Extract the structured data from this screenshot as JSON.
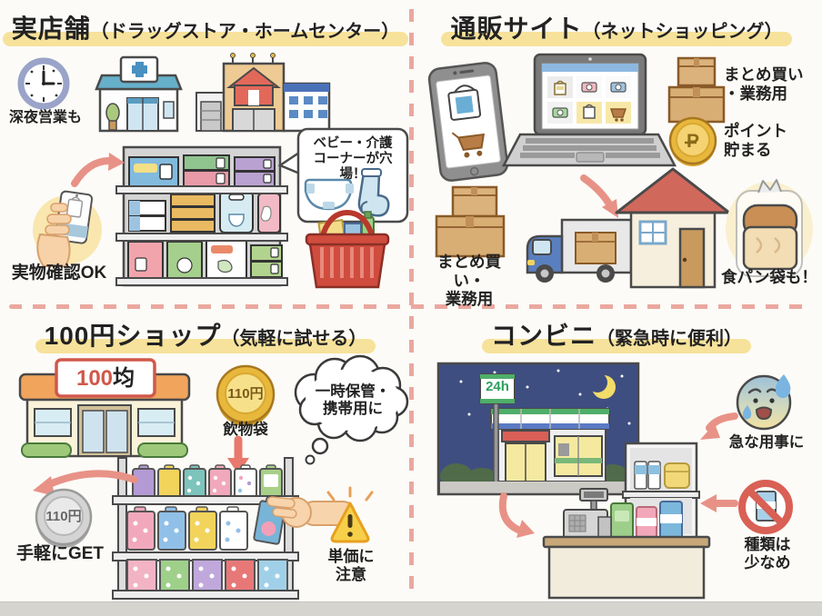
{
  "page": {
    "background": "#fcfbf7",
    "divider_color": "#eaa89f",
    "highlight_color": "#f7e29b",
    "arrow_color": "#e89287",
    "bottom_strip_color": "#d6d4cf"
  },
  "quadrants": {
    "physical_store": {
      "title": "実店舗",
      "title_note": "（ドラッグストア・ホームセンター）",
      "late_night": "深夜営業も",
      "bubble_line1": "ベビー・介護",
      "bubble_line2": "コーナーが穴場！",
      "check_real": "実物確認OK",
      "icons": [
        "clock-icon",
        "drugstore-building",
        "home-center-building",
        "product-shelf",
        "speech-bubble",
        "diaper-icon",
        "sock-icon",
        "hand-with-product",
        "shopping-basket-icon",
        "curved-arrow"
      ]
    },
    "online_shop": {
      "title": "通販サイト",
      "title_note": "（ネットショッピング）",
      "bulk_top_line1": "まとめ買い",
      "bulk_top_line2": "・業務用",
      "points_line1": "ポイント",
      "points_line2": "貯まる",
      "point_symbol": "P",
      "bulk_bottom_line1": "まとめ買い・",
      "bulk_bottom_line2": "業務用",
      "bread_note": "食パン袋も！",
      "icons": [
        "smartphone",
        "laptop",
        "parcel-boxes",
        "point-coin",
        "delivery-truck",
        "house",
        "bread-bag",
        "curved-arrow"
      ]
    },
    "hundred_yen_shop": {
      "title": "100円ショップ",
      "title_note": "（気軽に試せる）",
      "store_sign_num": "100",
      "store_sign_kanji": "均",
      "gold_coin_price": "110円",
      "gold_coin_label": "飲物袋",
      "thought_line1": "一時保管・",
      "thought_line2": "携帯用に",
      "silver_coin_price": "110円",
      "easy_get": "手軽にGET",
      "warning_line1": "単価に",
      "warning_line2": "注意",
      "icons": [
        "hundred-yen-storefront",
        "gold-coin",
        "thought-bubble",
        "goods-shelf",
        "picking-hand",
        "silver-coin",
        "warning-icon",
        "down-arrow",
        "curved-arrow"
      ]
    },
    "convenience_store": {
      "title": "コンビニ",
      "title_note": "（緊急時に便利）",
      "sign_24h": "24h",
      "urgent": "急な用事に",
      "variety_line1": "種類は",
      "variety_line2": "少なめ",
      "icons": [
        "night-store-scene",
        "sign-24h",
        "moon-icon",
        "worried-face-icon",
        "sweat-drop-icon",
        "store-rack",
        "cash-register",
        "checkout-counter",
        "prohibition-icon",
        "curved-arrow"
      ]
    }
  }
}
